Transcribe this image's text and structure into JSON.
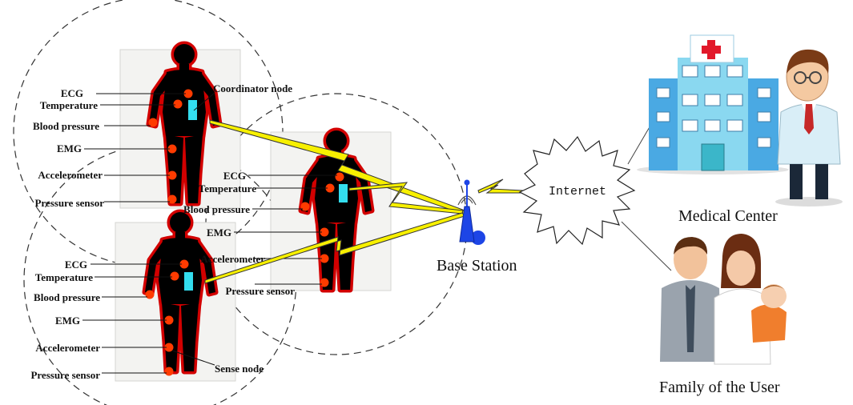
{
  "colors": {
    "body_glow": "#d20000",
    "sensor": "#ff3b00",
    "coordinator": "#33ddee",
    "link": "#f7f000",
    "station": "#1d45e6",
    "hospital": "#7fd3ee"
  },
  "labels": {
    "coordinator_node": "Coordinator node",
    "sense_node": "Sense node",
    "base_station": "Base Station",
    "internet": "Internet",
    "medical_center": "Medical Center",
    "family": "Family of the User",
    "ecg": "ECG",
    "temperature": "Temperature",
    "blood_pressure": "Blood pressure",
    "emg": "EMG",
    "accelerometer": "Accelerometer",
    "pressure_sensor": "Pressure sensor"
  },
  "icons": {
    "human": "human-body-icon",
    "station": "antenna-icon",
    "cloud": "internet-cloud-icon",
    "hospital": "hospital-building-icon",
    "doctor": "doctor-icon",
    "family": "family-icon"
  }
}
